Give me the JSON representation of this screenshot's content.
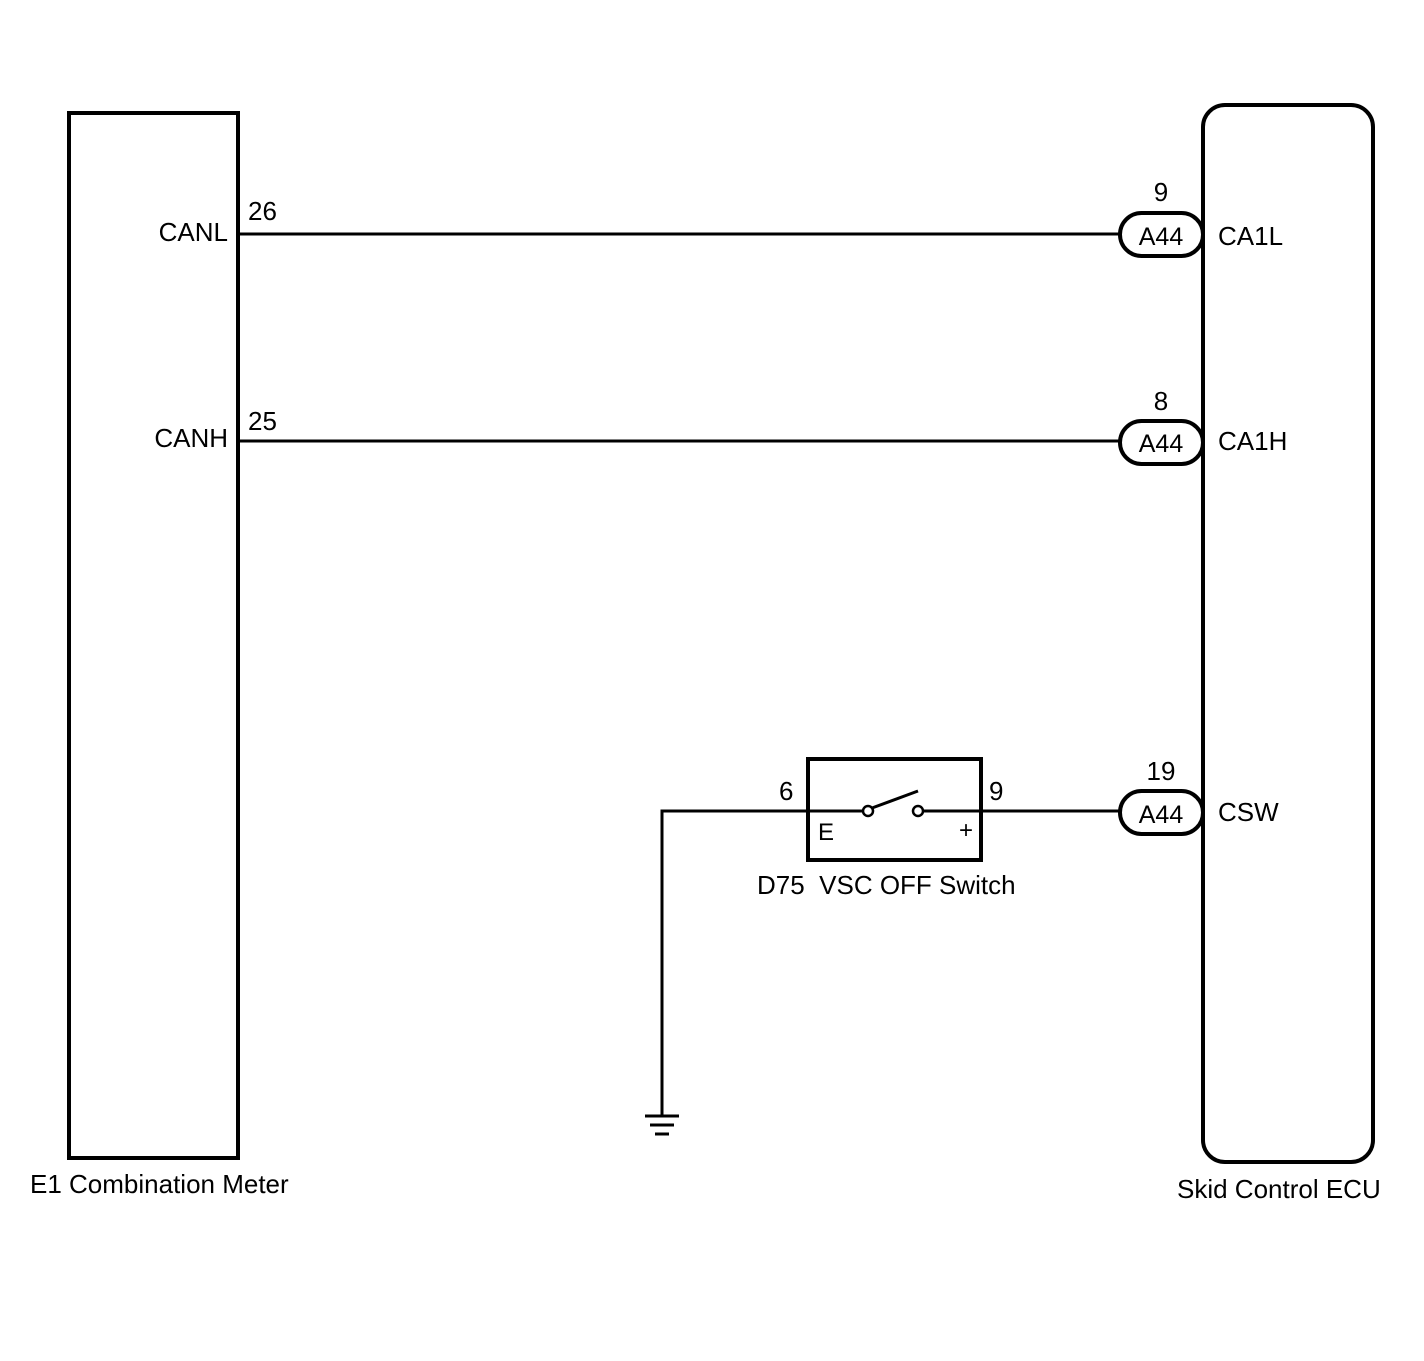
{
  "combination_meter": {
    "name": "E1 Combination Meter",
    "pin_canl": "26",
    "pin_canl_name": "CANL",
    "pin_canh": "25",
    "pin_canh_name": "CANH"
  },
  "skid_ecu": {
    "name": "Skid Control ECU",
    "pin_ca1l": "9",
    "pin_ca1l_name": "CA1L",
    "pin_ca1h": "8",
    "pin_ca1h_name": "CA1H",
    "pin_csw": "19",
    "pin_csw_name": "CSW"
  },
  "connectors": {
    "ca1l": "A44",
    "ca1h": "A44",
    "csw": "A44"
  },
  "vsc_switch": {
    "name": "D75  VSC OFF Switch",
    "pin_e": "6",
    "pin_plus": "9",
    "terminal_e": "E",
    "terminal_plus": "+"
  },
  "colors": {
    "line": "#000000",
    "background": "#ffffff"
  },
  "icons": [
    "ground-icon",
    "switch-contact-icon"
  ]
}
